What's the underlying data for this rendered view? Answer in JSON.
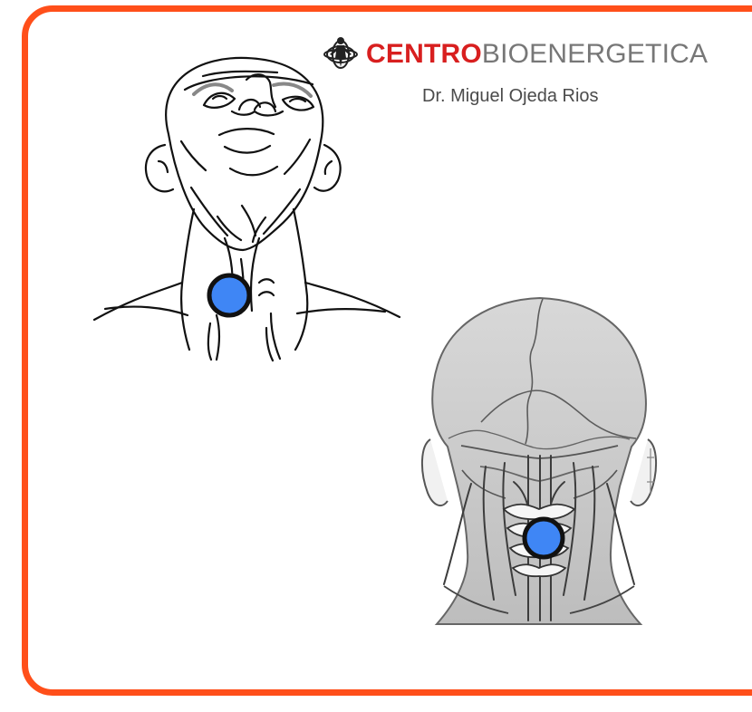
{
  "brand": {
    "icon": "spiral-figure-icon",
    "strong": "CENTRO",
    "light": "BIOENERGETICA",
    "strong_color": "#d81f1f",
    "light_color": "#777777"
  },
  "doctor": {
    "name": "Dr. Miguel Ojeda Rios"
  },
  "colors": {
    "frame": "#ff4f1a",
    "marker_fill": "#3f86f5",
    "marker_stroke": "#111111",
    "skull_fill": "#cfcfcf"
  }
}
